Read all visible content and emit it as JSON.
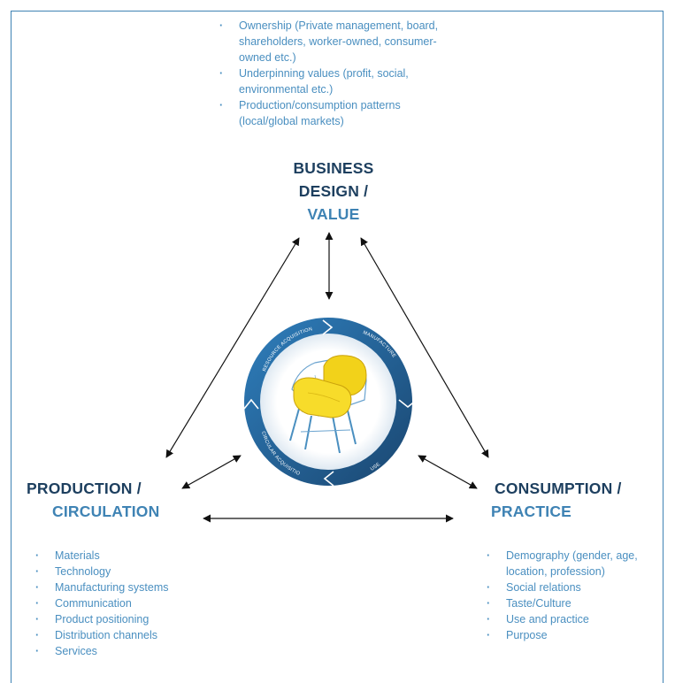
{
  "top_list": [
    "Ownership (Private management, board, shareholders, worker-owned, consumer-owned etc.)",
    "Underpinning values (profit, social, environmental etc.)",
    "Production/consumption patterns (local/global markets)"
  ],
  "business": {
    "line1": "BUSINESS",
    "line2": "DESIGN /",
    "line3": "VALUE"
  },
  "production": {
    "line1": "PRODUCTION /",
    "line2": "CIRCULATION"
  },
  "consumption": {
    "line1": "CONSUMPTION /",
    "line2": "PRACTICE"
  },
  "left_list": [
    "Materials",
    "Technology",
    "Manufacturing systems",
    "Communication",
    "Product positioning",
    "Distribution channels",
    "Services"
  ],
  "right_list": [
    "Demography (gender, age, location, profession)",
    "Social relations",
    "Taste/Culture",
    "Use and practice",
    "Purpose"
  ],
  "cycle_labels": {
    "top_left": "RESOURCE ACQUISITION",
    "top_right": "MANUFACTURE",
    "bottom_left": "CIRCULAR ACQUISITION",
    "bottom_right": "USE"
  },
  "colors": {
    "dark_heading": "#1d3f5f",
    "accent_blue": "#3f83b4",
    "ring_dark": "#1f4f7a",
    "chair_yellow": "#f2d21a"
  },
  "icons": [
    "chair-illustration",
    "cycle-arrow-icon"
  ]
}
